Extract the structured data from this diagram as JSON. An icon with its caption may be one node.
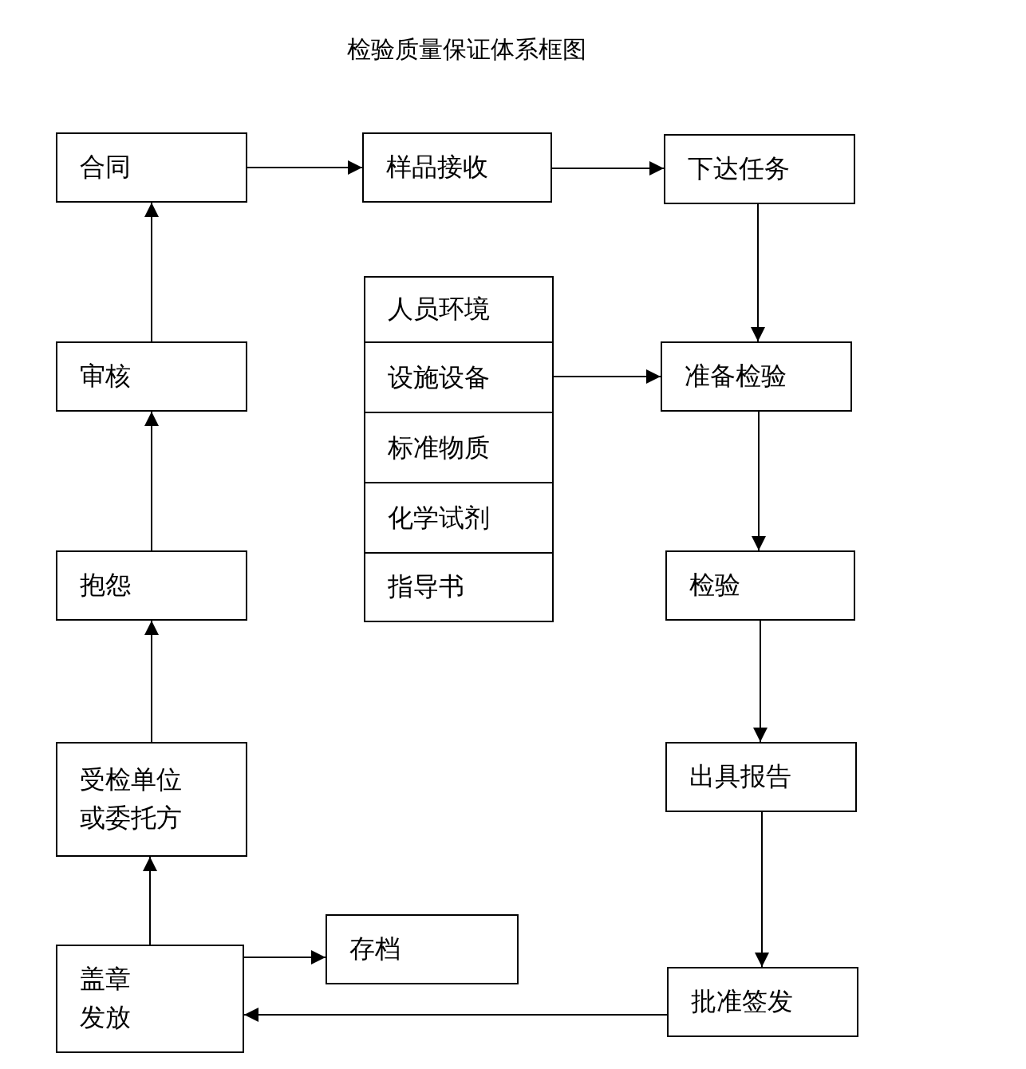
{
  "diagram": {
    "title": "检验质量保证体系框图",
    "nodes": [
      {
        "text": [
          "合同"
        ]
      },
      {
        "text": [
          "样品接收"
        ]
      },
      {
        "text": [
          "下达任务"
        ]
      },
      {
        "text": [
          "审核"
        ]
      },
      {
        "text": [
          "人员环境"
        ]
      },
      {
        "text": [
          "设施设备"
        ]
      },
      {
        "text": [
          "标准物质"
        ]
      },
      {
        "text": [
          "化学试剂"
        ]
      },
      {
        "text": [
          "指导书"
        ]
      },
      {
        "text": [
          "准备检验"
        ]
      },
      {
        "text": [
          "抱怨"
        ]
      },
      {
        "text": [
          "检验"
        ]
      },
      {
        "text": [
          "受检单位或委托方"
        ]
      },
      {
        "text": [
          "出具报告"
        ]
      },
      {
        "text": [
          "存档"
        ]
      },
      {
        "text": [
          "盖章发放"
        ]
      },
      {
        "text": [
          "批准签发"
        ]
      }
    ],
    "edges": [
      {
        "from": 0,
        "to": 1,
        "arrow": "to"
      },
      {
        "from": 1,
        "to": 2,
        "arrow": "to"
      },
      {
        "from": 2,
        "to": 9,
        "arrow": "to"
      },
      {
        "from": 5,
        "to": 9,
        "arrow": "to"
      },
      {
        "from": 9,
        "to": 11,
        "arrow": "to"
      },
      {
        "from": 11,
        "to": 13,
        "arrow": "to"
      },
      {
        "from": 13,
        "to": 16,
        "arrow": "to"
      },
      {
        "from": 16,
        "to": 15,
        "arrow": "to"
      },
      {
        "from": 15,
        "to": 14,
        "arrow": "to"
      },
      {
        "from": 15,
        "to": 12,
        "arrow": "to"
      },
      {
        "from": 12,
        "to": 10,
        "arrow": "to"
      },
      {
        "from": 10,
        "to": 3,
        "arrow": "to"
      },
      {
        "from": 3,
        "to": 0,
        "arrow": "to"
      }
    ]
  }
}
